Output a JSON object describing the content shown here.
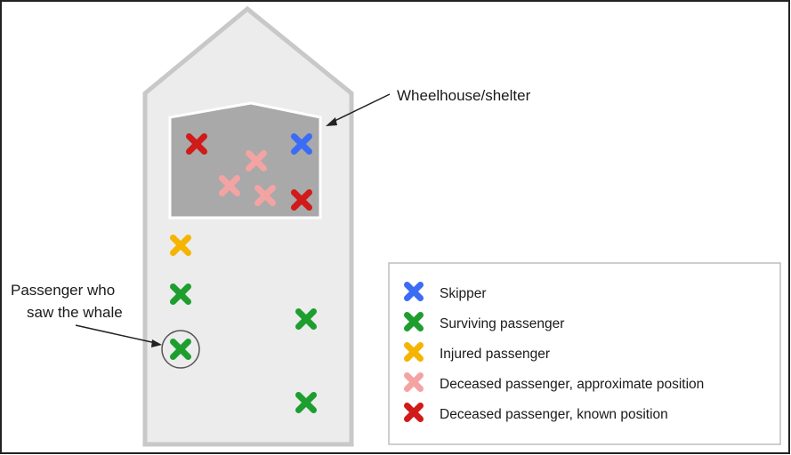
{
  "callouts": {
    "wheelhouse": "Wheelhouse/shelter",
    "witness_line1": "Passenger who",
    "witness_line2": "saw the whale"
  },
  "legend": {
    "items": [
      {
        "label": "Skipper",
        "color": "#3b6cf5"
      },
      {
        "label": "Surviving passenger",
        "color": "#1e9e2e"
      },
      {
        "label": "Injured passenger",
        "color": "#f4b400"
      },
      {
        "label": "Deceased passenger, approximate position",
        "color": "#f4a3a3"
      },
      {
        "label": "Deceased passenger, known position",
        "color": "#d11a1a"
      }
    ]
  },
  "markers": {
    "skipper_color": "#3b6cf5",
    "surviving_color": "#1e9e2e",
    "injured_color": "#f4b400",
    "deceased_approx_color": "#f4a3a3",
    "deceased_known_color": "#d11a1a"
  }
}
